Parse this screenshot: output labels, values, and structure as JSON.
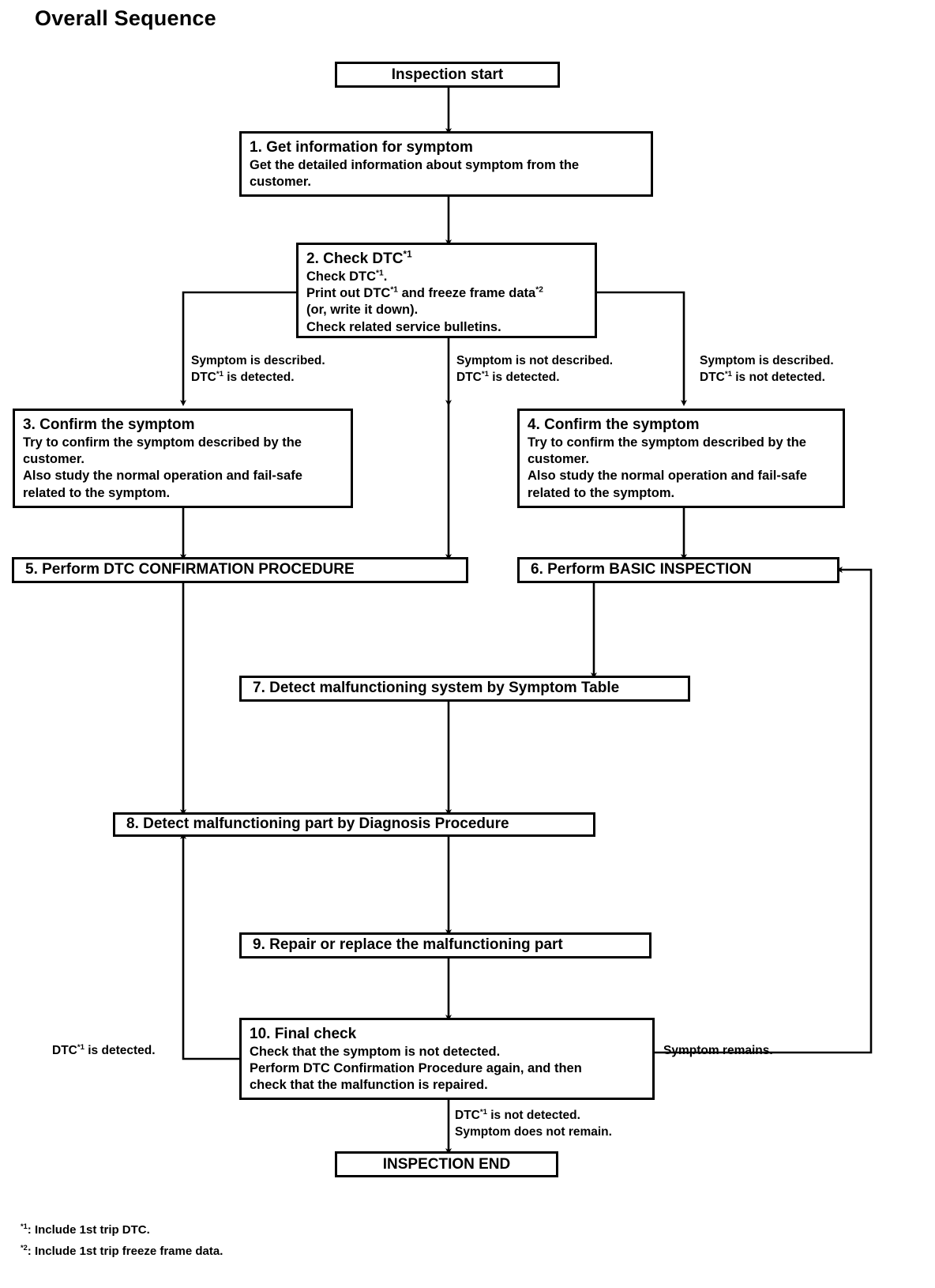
{
  "page": {
    "title": "Overall Sequence"
  },
  "nodes": {
    "start": {
      "label": "Inspection start"
    },
    "n1": {
      "heading": "1. Get information for symptom",
      "lines": [
        "Get the detailed information about symptom from the",
        "customer."
      ]
    },
    "n2": {
      "heading": "2. Check DTC*1",
      "lines": [
        "Check DTC*1.",
        "Print out DTC*1 and freeze frame data*2",
        "(or, write it down).",
        "Check related service bulletins."
      ]
    },
    "n3": {
      "heading": "3. Confirm the symptom",
      "lines": [
        "Try to confirm the symptom described by the",
        "customer.",
        "Also study the normal operation and fail-safe",
        "related to the symptom."
      ]
    },
    "n4": {
      "heading": "4. Confirm the symptom",
      "lines": [
        "Try to confirm the symptom described by the",
        "customer.",
        "Also study the normal operation and fail-safe",
        "related to the symptom."
      ]
    },
    "n5": {
      "heading": "5. Perform DTC CONFIRMATION PROCEDURE"
    },
    "n6": {
      "heading": "6. Perform BASIC INSPECTION"
    },
    "n7": {
      "heading": "7. Detect malfunctioning system by Symptom Table"
    },
    "n8": {
      "heading": "8. Detect malfunctioning part by Diagnosis Procedure"
    },
    "n9": {
      "heading": "9. Repair or replace the malfunctioning part"
    },
    "n10": {
      "heading": "10. Final check",
      "lines": [
        "Check that the symptom is not detected.",
        "Perform DTC Confirmation Procedure again, and then",
        "check that the malfunction is repaired."
      ]
    },
    "end": {
      "label": "INSPECTION END"
    }
  },
  "edge_labels": {
    "left_branch": [
      "Symptom is described.",
      "DTC*1 is detected."
    ],
    "middle_branch": [
      "Symptom is not described.",
      "DTC*1 is detected."
    ],
    "right_branch": [
      "Symptom is described.",
      "DTC*1 is not detected."
    ],
    "dtc_detected": [
      "DTC*1 is detected."
    ],
    "symptom_remains": [
      "Symptom remains."
    ],
    "final_ok": [
      "DTC*1 is not detected.",
      "Symptom does not remain."
    ]
  },
  "footnotes": [
    "*1: Include 1st trip DTC.",
    "*2: Include 1st trip freeze frame data."
  ],
  "colors": {
    "ink": "#000000",
    "paper": "#ffffff"
  }
}
